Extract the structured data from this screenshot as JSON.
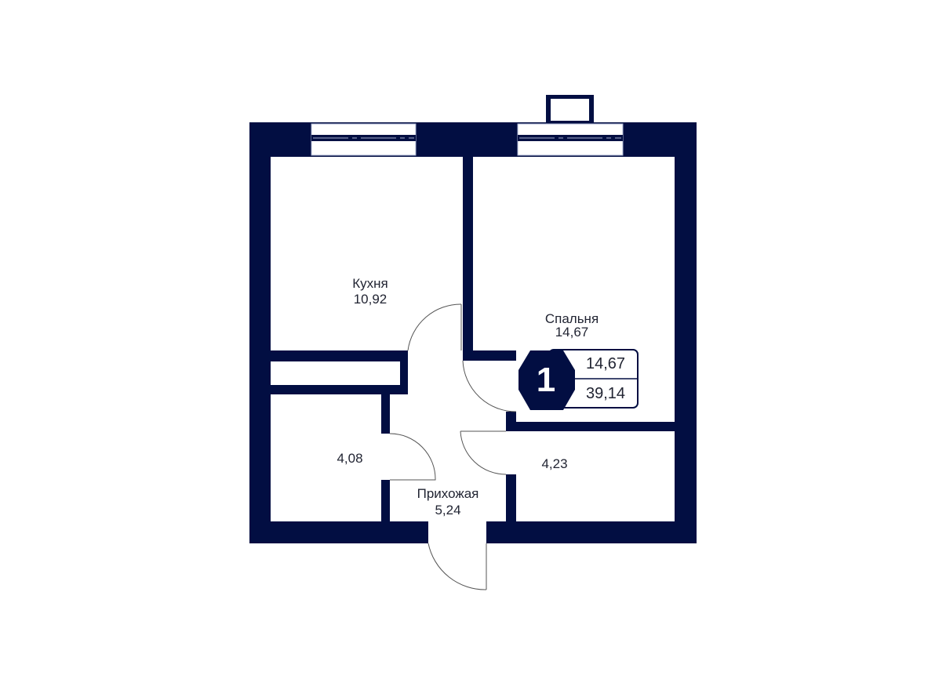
{
  "colors": {
    "wall": "#020e42",
    "background": "#ffffff",
    "text": "#222533",
    "window_line": "#a9b3d0"
  },
  "rooms": [
    {
      "name": "Кухня",
      "area": "10,92"
    },
    {
      "name": "Спальня",
      "area": "14,67"
    },
    {
      "name": "",
      "area": "4,08"
    },
    {
      "name": "",
      "area": "4,23"
    },
    {
      "name": "Прихожая",
      "area": "5,24"
    }
  ],
  "badge": {
    "rooms_count": "1",
    "living_area": "14,67",
    "total_area": "39,14"
  }
}
